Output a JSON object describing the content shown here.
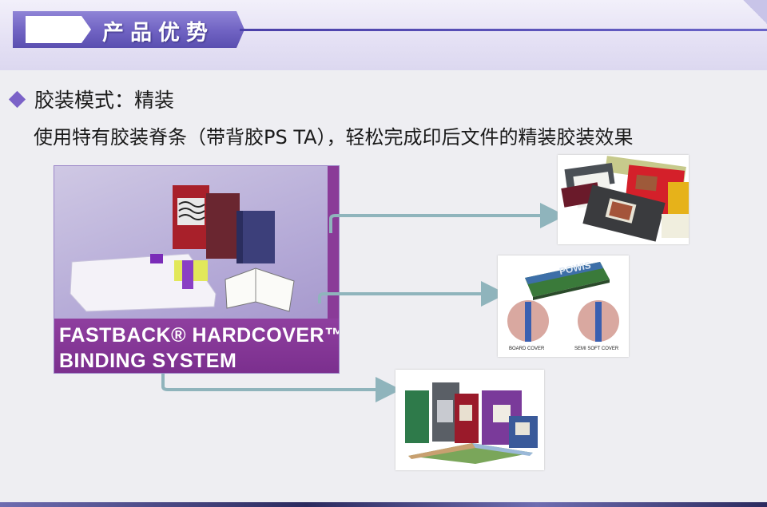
{
  "header": {
    "title": "产品优势"
  },
  "bullet": {
    "heading": "胶装模式：精装",
    "description": "使用特有胶装脊条（带背胶PS TA），轻松完成印后文件的精装胶装效果"
  },
  "main_photo": {
    "brand_text": "FASTBACK® HARDCOVER™\nBINDING SYSTEM"
  },
  "photos": {
    "cover_photo_2": {
      "caption_left": "BOARD COVER",
      "caption_right": "SEMI SOFT COVER",
      "book_title": "POWIS"
    }
  },
  "colors": {
    "accent": "#6f62c2",
    "arrow": "#8fb4bc",
    "bullet": "#7b62c8"
  }
}
